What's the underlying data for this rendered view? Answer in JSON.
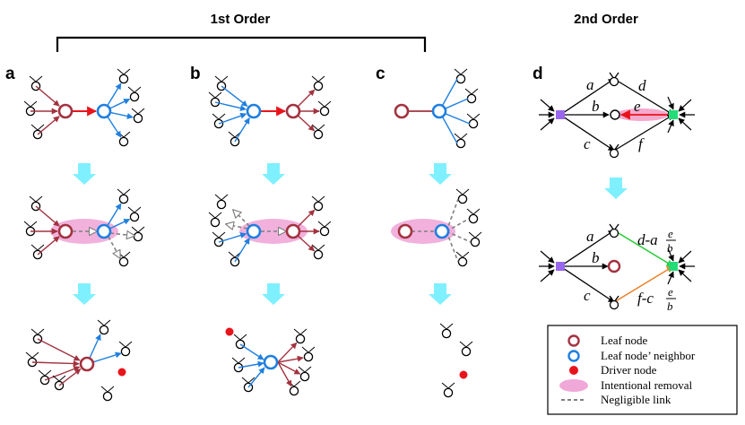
{
  "headers": {
    "first_order": "1st Order",
    "second_order": "2nd Order"
  },
  "panels": {
    "a": "a",
    "b": "b",
    "c": "c",
    "d": "d"
  },
  "edge_labels": {
    "a": "a",
    "b": "b",
    "c": "c",
    "d": "d",
    "e": "e",
    "f": "f",
    "a2": "a",
    "b2": "b",
    "c2": "c",
    "dnew_pre": "d-a",
    "fnew_pre": "f-c",
    "frac_num": "e",
    "frac_den": "b"
  },
  "legend": {
    "items": [
      "Leaf node",
      "Leaf node’ neighbor",
      "Driver node",
      "Intentional removal",
      "Negligible link"
    ]
  },
  "colors": {
    "leaf": "#a3323f",
    "neighbor": "#1f7fe0",
    "driver": "#e8141b",
    "removal": "#f0a8d8",
    "negligible": "#808080",
    "step_arrow": "#7ff0ff",
    "purple_node": "#9966ee",
    "green_node": "#22dd77",
    "green_edge": "#22cc33",
    "orange_edge": "#ef7f26"
  }
}
